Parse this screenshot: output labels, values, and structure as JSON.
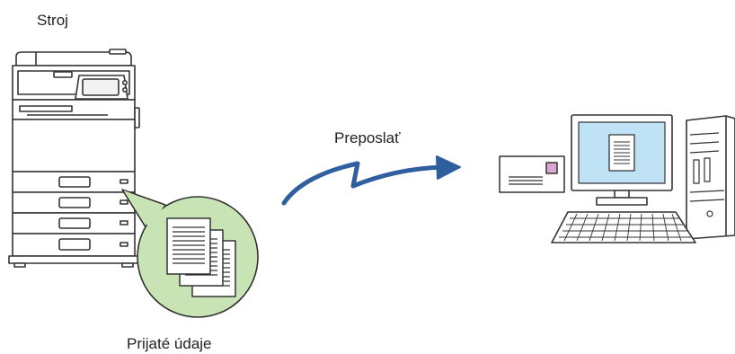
{
  "labels": {
    "machine": "Stroj",
    "forward": "Preposlať",
    "received_data": "Prijaté údaje"
  },
  "colors": {
    "line": "#333333",
    "bubble_fill": "#c9e4b4",
    "arrow": "#2f5f9e",
    "screen": "#bfe3f4",
    "stamp": "#d9a6d4",
    "paper": "#ffffff"
  },
  "icons": {
    "machine": "multifunction-printer-icon",
    "documents": "document-stack-icon",
    "arrow": "forward-arrow-icon",
    "email": "envelope-icon",
    "computer": "desktop-computer-icon"
  }
}
